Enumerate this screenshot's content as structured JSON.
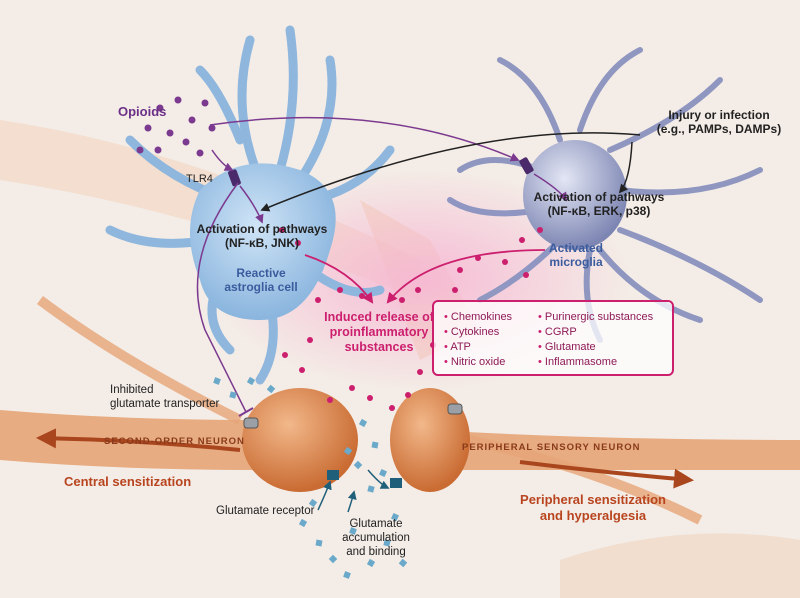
{
  "labels": {
    "opioids": "Opioids",
    "tlr4": "TLR4",
    "injury_line1": "Injury or infection",
    "injury_line2": "(e.g., PAMPs, DAMPs)",
    "astro_pathways_line1": "Activation of pathways",
    "astro_pathways_line2": "(NF-κB, JNK)",
    "micro_pathways_line1": "Activation of pathways",
    "micro_pathways_line2": "(NF-κB, ERK, p38)",
    "reactive_line1": "Reactive",
    "reactive_line2": "astroglia cell",
    "activated_line1": "Activated",
    "activated_line2": "microglia",
    "induced_line1": "Induced release of",
    "induced_line2": "proinflammatory",
    "induced_line3": "substances",
    "inhibited_line1": "Inhibited",
    "inhibited_line2": "glutamate transporter",
    "second_order_neuron": "SECOND-ORDER NEURON",
    "peripheral_sensory_neuron": "PERIPHERAL SENSORY NEURON",
    "central_sensitization": "Central sensitization",
    "glutamate_receptor": "Glutamate receptor",
    "glutamate_line1": "Glutamate",
    "glutamate_line2": "accumulation",
    "glutamate_line3": "and binding",
    "peripheral_line1": "Peripheral sensitization",
    "peripheral_line2": "and hyperalgesia"
  },
  "substances": {
    "left": [
      "Chemokines",
      "Cytokines",
      "ATP",
      "Nitric oxide"
    ],
    "right": [
      "Purinergic substances",
      "CGRP",
      "Glutamate",
      "Inflammasome"
    ]
  },
  "colors": {
    "astroglia": "#9fc3e6",
    "microglia": "#9aa3c8",
    "neuron": "#e0915a",
    "proinflammatory": "#cc1f6e",
    "opioid": "#7b3a8f",
    "glutamate": "#6aa9c9"
  }
}
